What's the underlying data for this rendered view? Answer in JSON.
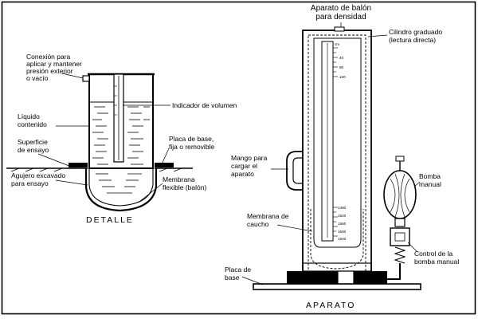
{
  "detalle": {
    "caption": "DETALLE",
    "labels": {
      "conexion": [
        "Conexión para",
        "aplicar y mantener",
        "presión exterior",
        "o vacío"
      ],
      "indicador": "Indicador de volumen",
      "liquido": [
        "Líquido",
        "contenido"
      ],
      "superficie": [
        "Superficie",
        "de ensayo"
      ],
      "placa": [
        "Placa de base,",
        "fija o removible"
      ],
      "agujero": [
        "Agujero excavado",
        "para ensayo"
      ],
      "membrana": [
        "Membrana",
        "flexible (balón)"
      ]
    }
  },
  "aparato": {
    "title": [
      "Aparato de balón",
      "para densidad"
    ],
    "caption": "APARATO",
    "labels": {
      "cilindro": [
        "Cilindro graduado",
        "(lectura directa)"
      ],
      "mango": [
        "Mango para",
        "cargar el",
        "aparato"
      ],
      "bomba": [
        "Bomba",
        "manual"
      ],
      "membrana": [
        "Membrana de",
        "caucho"
      ],
      "control": [
        "Control de la",
        "bomba manual"
      ],
      "placa": [
        "Placa de",
        "base"
      ]
    },
    "scale_top": [
      "cm",
      "40",
      "80",
      "120"
    ],
    "scale_bottom": [
      "1480",
      "1520",
      "1560",
      "1600",
      "1640"
    ]
  }
}
